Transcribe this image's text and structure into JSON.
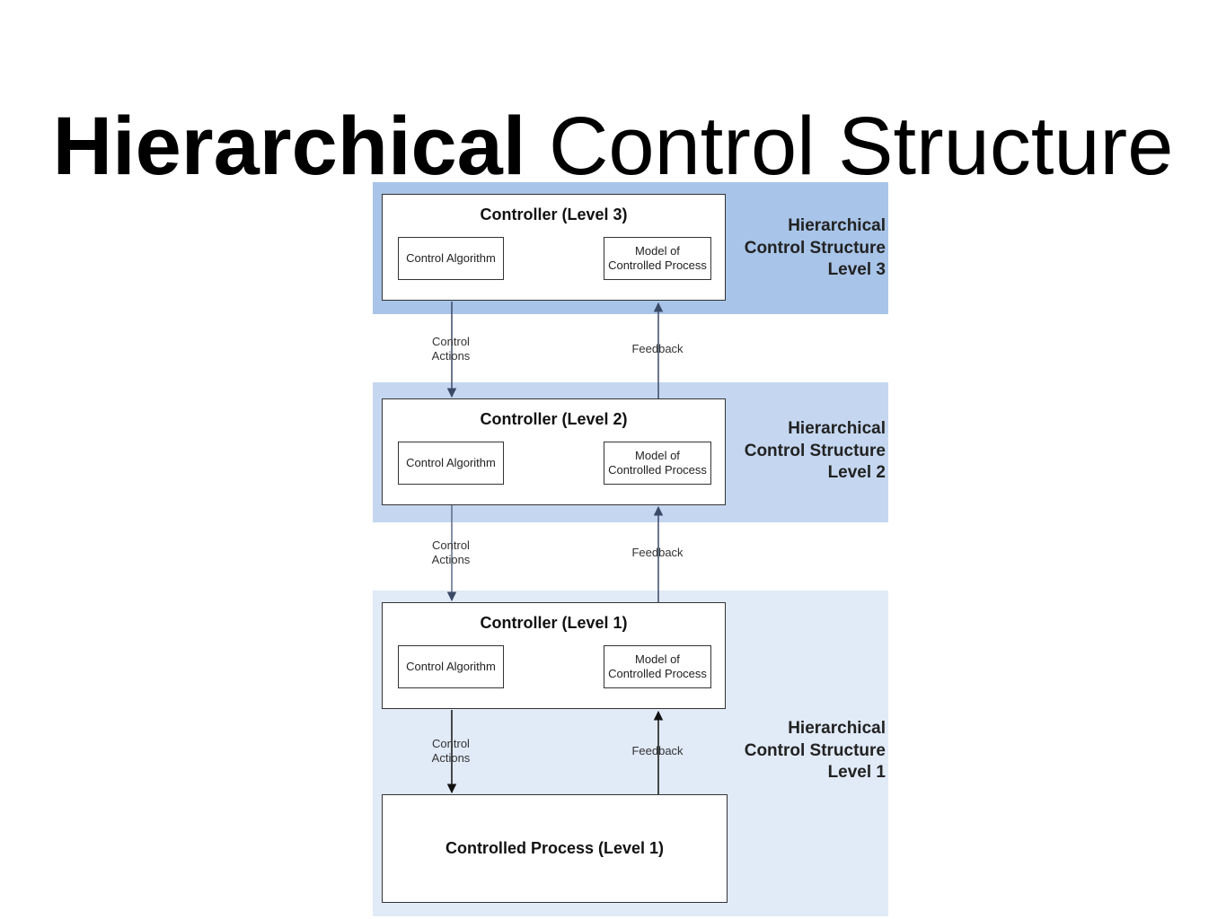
{
  "title": {
    "bold_part": "Hierarchical",
    "rest": "Control Structure"
  },
  "bands": [
    {
      "lines": [
        "Hierarchical",
        "Control Structure",
        "Level 3"
      ],
      "color": "#a8c4e8"
    },
    {
      "lines": [
        "Hierarchical",
        "Control Structure",
        "Level 2"
      ],
      "color": "#c5d7f0"
    },
    {
      "lines": [
        "Hierarchical",
        "Control Structure",
        "Level 1"
      ],
      "color": "#e1eaf7"
    }
  ],
  "controllers": [
    {
      "title": "Controller (Level 3)",
      "algorithm": "Control Algorithm",
      "model_lines": [
        "Model of",
        "Controlled Process"
      ]
    },
    {
      "title": "Controller (Level 2)",
      "algorithm": "Control Algorithm",
      "model_lines": [
        "Model of",
        "Controlled Process"
      ]
    },
    {
      "title": "Controller (Level 1)",
      "algorithm": "Control Algorithm",
      "model_lines": [
        "Model of",
        "Controlled Process"
      ]
    }
  ],
  "process": {
    "title": "Controlled Process (Level 1)"
  },
  "edges": {
    "control_lines": [
      "Control",
      "Actions"
    ],
    "feedback": "Feedback"
  }
}
